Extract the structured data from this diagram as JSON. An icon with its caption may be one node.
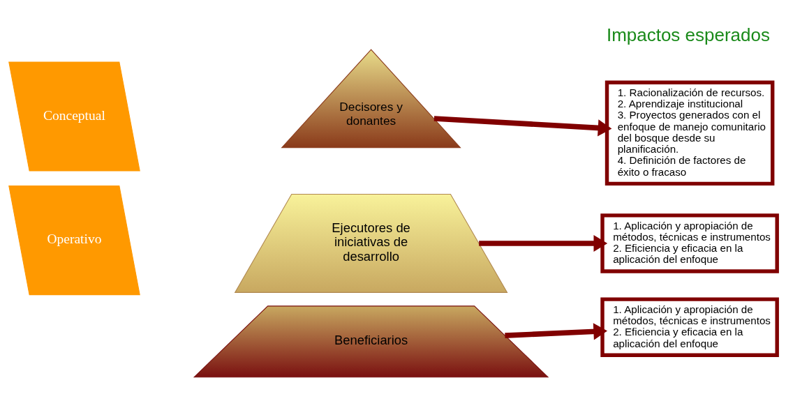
{
  "diagram": {
    "title": "Impactos esperados",
    "nodes": [
      {
        "text": [
          "Conceptual"
        ]
      },
      {
        "text": [
          "Operativo"
        ]
      },
      {
        "text": [
          "Decisores y donantes"
        ]
      },
      {
        "text": [
          "Ejecutores de iniciativas de desarrollo"
        ]
      },
      {
        "text": [
          "Beneficiarios"
        ]
      },
      {
        "text": [
          "1. Racionalización de recursos.",
          "2. Aprendizaje institucional",
          "3. Proyectos generados con el enfoque de manejo comunitario del bosque desde su planificación.",
          "4. Definición de factores de éxito o fracaso"
        ]
      },
      {
        "text": [
          "1. Aplicación y apropiación de métodos, técnicas e instrumentos",
          "2. Eficiencia y eficacia en la aplicación del enfoque"
        ]
      },
      {
        "text": [
          "1. Aplicación y apropiación de métodos, técnicas e instrumentos",
          "2. Eficiencia y eficacia en la aplicación del enfoque"
        ]
      }
    ],
    "edges": [
      {
        "from": 2,
        "to": 5,
        "arrow": "to"
      },
      {
        "from": 3,
        "to": 6,
        "arrow": "to"
      },
      {
        "from": 4,
        "to": 7,
        "arrow": "to"
      }
    ]
  }
}
